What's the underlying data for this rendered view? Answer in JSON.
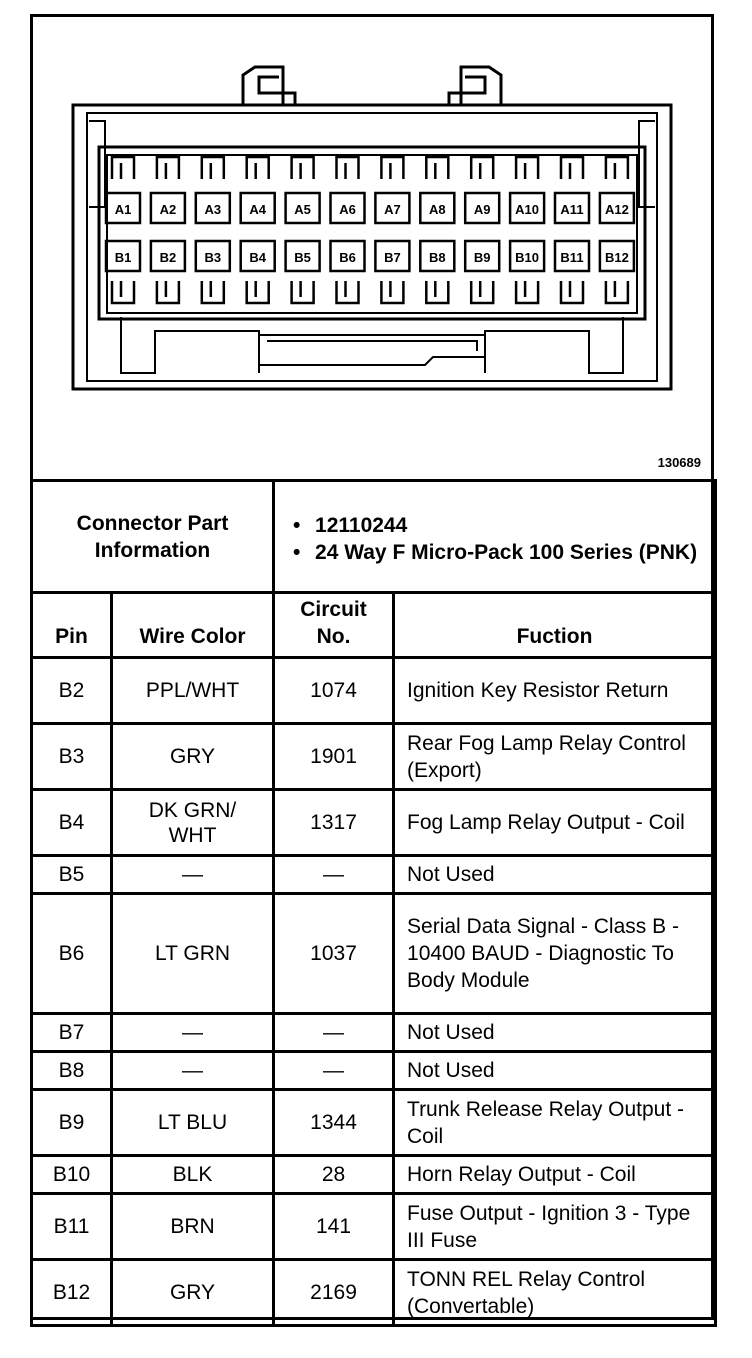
{
  "diagram": {
    "figure_number": "130689",
    "row_a_pins": [
      "A1",
      "A2",
      "A3",
      "A4",
      "A5",
      "A6",
      "A7",
      "A8",
      "A9",
      "A10",
      "A11",
      "A12"
    ],
    "row_b_pins": [
      "B1",
      "B2",
      "B3",
      "B4",
      "B5",
      "B6",
      "B7",
      "B8",
      "B9",
      "B10",
      "B11",
      "B12"
    ]
  },
  "connector_info": {
    "label": "Connector Part Information",
    "part_number": "12110244",
    "description": "24 Way F Micro-Pack 100 Series (PNK)"
  },
  "table": {
    "headers": {
      "pin": "Pin",
      "wire_color": "Wire Color",
      "circuit": "Circuit No.",
      "function": "Fuction"
    },
    "rows": [
      {
        "pin": "B2",
        "wire": "PPL/WHT",
        "circuit": "1074",
        "function": "Ignition Key Resistor Return"
      },
      {
        "pin": "B3",
        "wire": "GRY",
        "circuit": "1901",
        "function": "Rear Fog Lamp Relay Control (Export)"
      },
      {
        "pin": "B4",
        "wire": "DK GRN/ WHT",
        "circuit": "1317",
        "function": "Fog Lamp Relay Output - Coil"
      },
      {
        "pin": "B5",
        "wire": "—",
        "circuit": "—",
        "function": "Not Used"
      },
      {
        "pin": "B6",
        "wire": "LT GRN",
        "circuit": "1037",
        "function": "Serial Data Signal - Class B - 10400 BAUD - Diagnostic To Body Module"
      },
      {
        "pin": "B7",
        "wire": "—",
        "circuit": "—",
        "function": "Not Used"
      },
      {
        "pin": "B8",
        "wire": "—",
        "circuit": "—",
        "function": "Not Used"
      },
      {
        "pin": "B9",
        "wire": "LT BLU",
        "circuit": "1344",
        "function": "Trunk Release Relay Output - Coil"
      },
      {
        "pin": "B10",
        "wire": "BLK",
        "circuit": "28",
        "function": "Horn Relay Output - Coil"
      },
      {
        "pin": "B11",
        "wire": "BRN",
        "circuit": "141",
        "function": "Fuse Output - Ignition 3 - Type III Fuse"
      },
      {
        "pin": "B12",
        "wire": "GRY",
        "circuit": "2169",
        "function": "TONN REL Relay Control (Convertable)"
      }
    ]
  }
}
